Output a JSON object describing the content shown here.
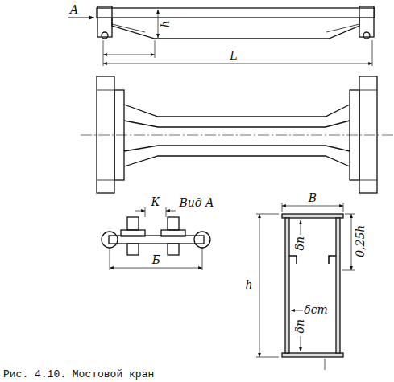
{
  "diagram": {
    "caption": "Рис. 4.10. Мостовой кран",
    "labels": [
      "A",
      "h",
      "L",
      "К",
      "Вид А",
      "Б",
      "В",
      "δп",
      "0,25h",
      "h",
      "δст",
      "δп"
    ]
  }
}
